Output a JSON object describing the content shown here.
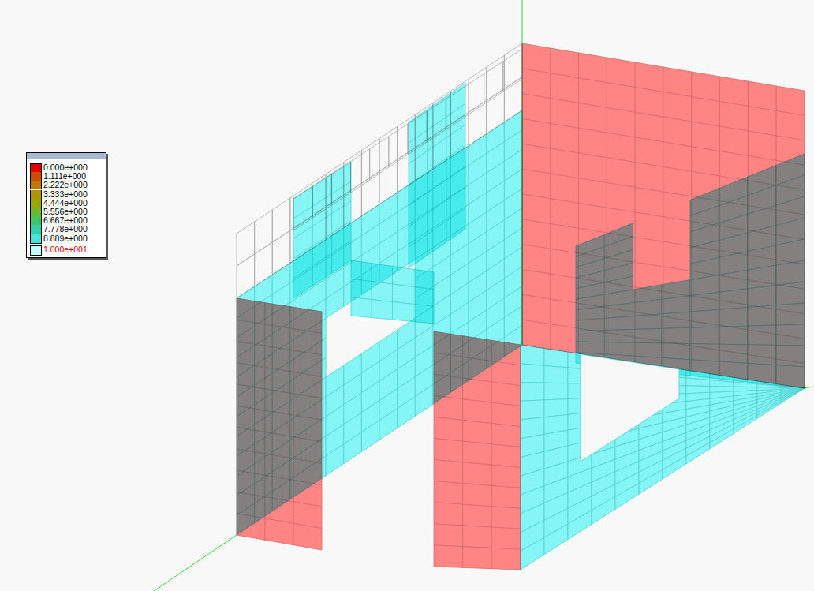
{
  "diagram": {
    "legend": [
      {
        "text": "0.000e+000",
        "color": "#e00000"
      },
      {
        "text": "1.111e+000",
        "color": "#d04a00"
      },
      {
        "text": "2.222e+000",
        "color": "#c07800"
      },
      {
        "text": "3.333e+000",
        "color": "#b09400"
      },
      {
        "text": "4.444e+000",
        "color": "#98a800"
      },
      {
        "text": "5.556e+000",
        "color": "#6cb828"
      },
      {
        "text": "6.667e+000",
        "color": "#40c468"
      },
      {
        "text": "7.778e+000",
        "color": "#30d0a8"
      },
      {
        "text": "8.889e+000",
        "color": "#48e0d8"
      },
      {
        "text": "1.000e+001",
        "color": "#c0ffff"
      }
    ]
  }
}
